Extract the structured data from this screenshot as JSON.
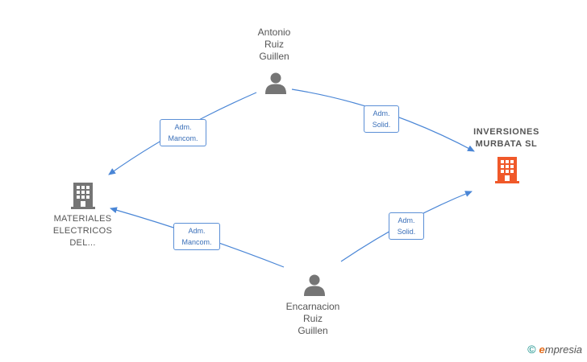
{
  "nodes": {
    "antonio": {
      "lines": [
        "Antonio",
        "Ruiz",
        "Guillen"
      ]
    },
    "encarnacion": {
      "lines": [
        "Encarnacion",
        "Ruiz",
        "Guillen"
      ]
    },
    "inversiones": {
      "lines": [
        "INVERSIONES",
        "MURBATA SL"
      ]
    },
    "materiales": {
      "lines": [
        "MATERIALES",
        "ELECTRICOS",
        "DEL..."
      ]
    }
  },
  "edges": {
    "antonio_materiales": {
      "lines": [
        "Adm.",
        "Mancom."
      ]
    },
    "antonio_inversiones": {
      "lines": [
        "Adm.",
        "Solid."
      ]
    },
    "encarnacion_materiales": {
      "lines": [
        "Adm.",
        "Mancom."
      ]
    },
    "encarnacion_inversiones": {
      "lines": [
        "Adm.",
        "Solid."
      ]
    }
  },
  "colors": {
    "edge": "#4a86d6",
    "person_icon": "#757575",
    "company_icon": "#757575",
    "main_company_icon": "#f0592a"
  },
  "footer": {
    "copyright_symbol": "©",
    "brand_initial": "e",
    "brand_rest": "mpresia"
  }
}
